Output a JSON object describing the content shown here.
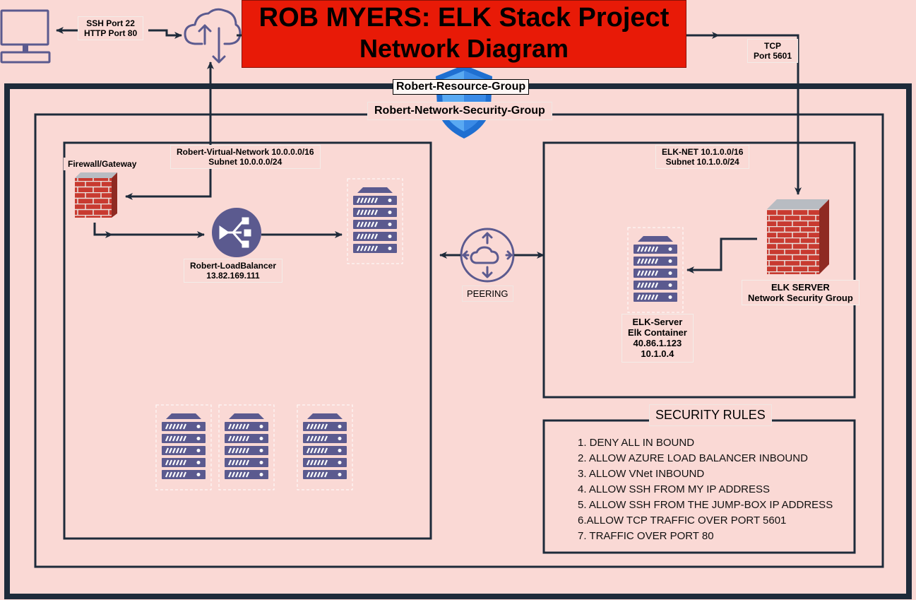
{
  "title": {
    "line1": "ROB MYERS: ELK Stack Project",
    "line2": "Network Diagram"
  },
  "labels": {
    "ssh_http": [
      "SSH Port 22",
      "HTTP Port 80"
    ],
    "tcp": [
      "TCP",
      "Port 5601"
    ],
    "resource_group": "Robert-Resource-Group",
    "network_security_group": "Robert-Network-Security-Group",
    "vnet": [
      "Robert-Virtual-Network 10.0.0.0/16",
      "Subnet 10.0.0.0/24"
    ],
    "firewall": "Firewall/Gateway",
    "load_balancer": [
      "Robert-LoadBalancer",
      "13.82.169.111"
    ],
    "elk_net": [
      "ELK-NET 10.1.0.0/16",
      "Subnet 10.1.0.0/24"
    ],
    "peering": "PEERING",
    "elk_server_nsg": [
      "ELK SERVER",
      "Network Security Group"
    ],
    "elk_container": [
      "ELK-Server",
      "Elk Container",
      "40.86.1.123",
      "10.1.0.4"
    ]
  },
  "security_rules": {
    "title": "SECURITY RULES",
    "items": [
      "1. DENY ALL IN BOUND",
      "2. ALLOW AZURE LOAD BALANCER INBOUND",
      "3. ALLOW VNet INBOUND",
      "4. ALLOW SSH FROM MY IP ADDRESS",
      "5. ALLOW SSH FROM THE JUMP-BOX IP ADDRESS",
      "6.ALLOW TCP TRAFFIC OVER PORT 5601",
      "7. TRAFFIC OVER PORT 80"
    ]
  },
  "icons": [
    "monitor-icon",
    "cloud-upload-download-icon",
    "azure-shield-icon",
    "firewall-icon",
    "load-balancer-icon",
    "server-rack-icon",
    "peering-router-icon"
  ],
  "colors": {
    "background": "#fad9d5",
    "title_red": "#e81a07",
    "line": "#1e2b3a",
    "icon_purple": "#5b5a8f",
    "firewall_red": "#c0392b",
    "shield_blue": "#1f6fd1"
  }
}
